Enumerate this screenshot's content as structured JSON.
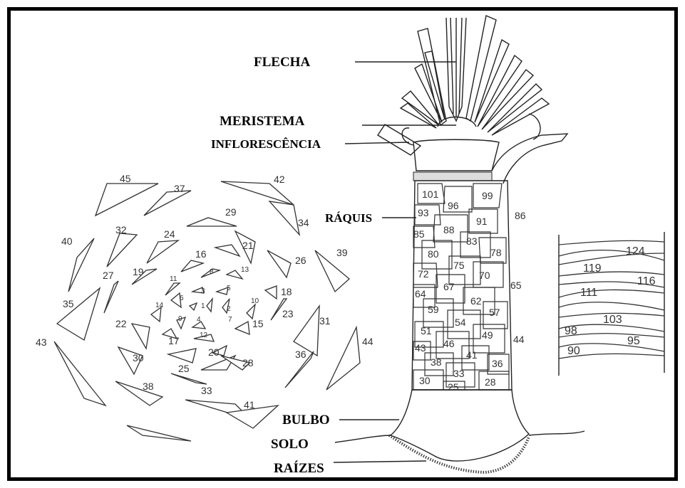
{
  "labels": {
    "flecha": "FLECHA",
    "meristema": "MERISTEMA",
    "inflorescencia": "INFLORESCÊNCIA",
    "raquis": "RÁQUIS",
    "bulbo": "BULBO",
    "solo": "SOLO",
    "raizes": "RAÍZES"
  },
  "spiral_numbers": [
    "1",
    "2",
    "3",
    "4",
    "5",
    "6",
    "7",
    "8",
    "9",
    "10",
    "11",
    "12",
    "13",
    "14",
    "15",
    "16",
    "17",
    "18",
    "19",
    "20",
    "21",
    "22",
    "23",
    "24",
    "25",
    "26",
    "27",
    "28",
    "29",
    "30",
    "31",
    "32",
    "33",
    "34",
    "35",
    "36",
    "37",
    "38",
    "39",
    "40",
    "41",
    "42",
    "43",
    "44",
    "45"
  ],
  "trunk_numbers": [
    "101",
    "99",
    "96",
    "93",
    "91",
    "88",
    "86",
    "85",
    "83",
    "80",
    "78",
    "75",
    "72",
    "70",
    "67",
    "65",
    "64",
    "62",
    "59",
    "57",
    "54",
    "51",
    "49",
    "46",
    "44",
    "43",
    "41",
    "38",
    "36",
    "33",
    "30",
    "28",
    "25"
  ],
  "detail_numbers": [
    "124",
    "119",
    "116",
    "111",
    "103",
    "98",
    "95",
    "90"
  ]
}
